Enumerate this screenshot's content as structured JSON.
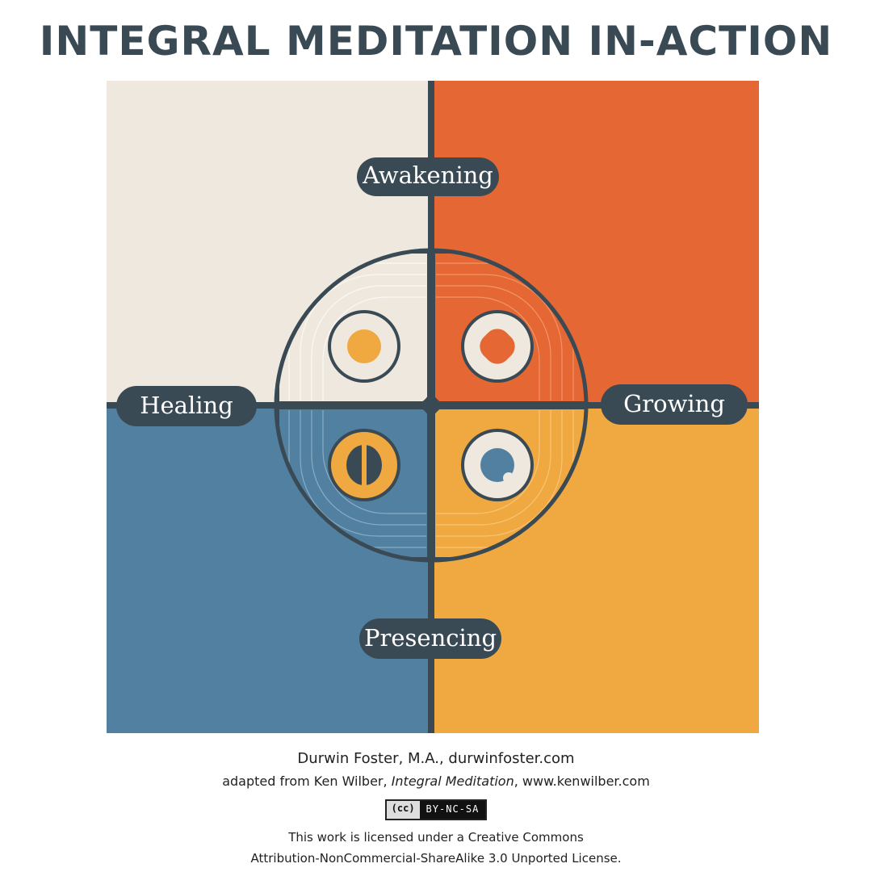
{
  "title": "INTEGRAL MEDITATION IN-ACTION",
  "labels": {
    "top": "Awakening",
    "left": "Healing",
    "right": "Growing",
    "bottom": "Presencing"
  },
  "colors": {
    "cream": "#efe8de",
    "orange": "#e56834",
    "blue": "#5280a1",
    "gold": "#f0a940",
    "dark": "#3a4a55"
  },
  "credits": {
    "author_line": "Durwin Foster, M.A., durwinfoster.com",
    "adapted_prefix": "adapted from Ken Wilber, ",
    "book": "Integral Meditation",
    "adapted_suffix": ", www.kenwilber.com",
    "cc_badge": "(cc)",
    "cc_terms": "BY-NC-SA",
    "license_line1": "This work is licensed under a Creative Commons",
    "license_line2": "Attribution-NonCommercial-ShareAlike 3.0 Unported License."
  }
}
